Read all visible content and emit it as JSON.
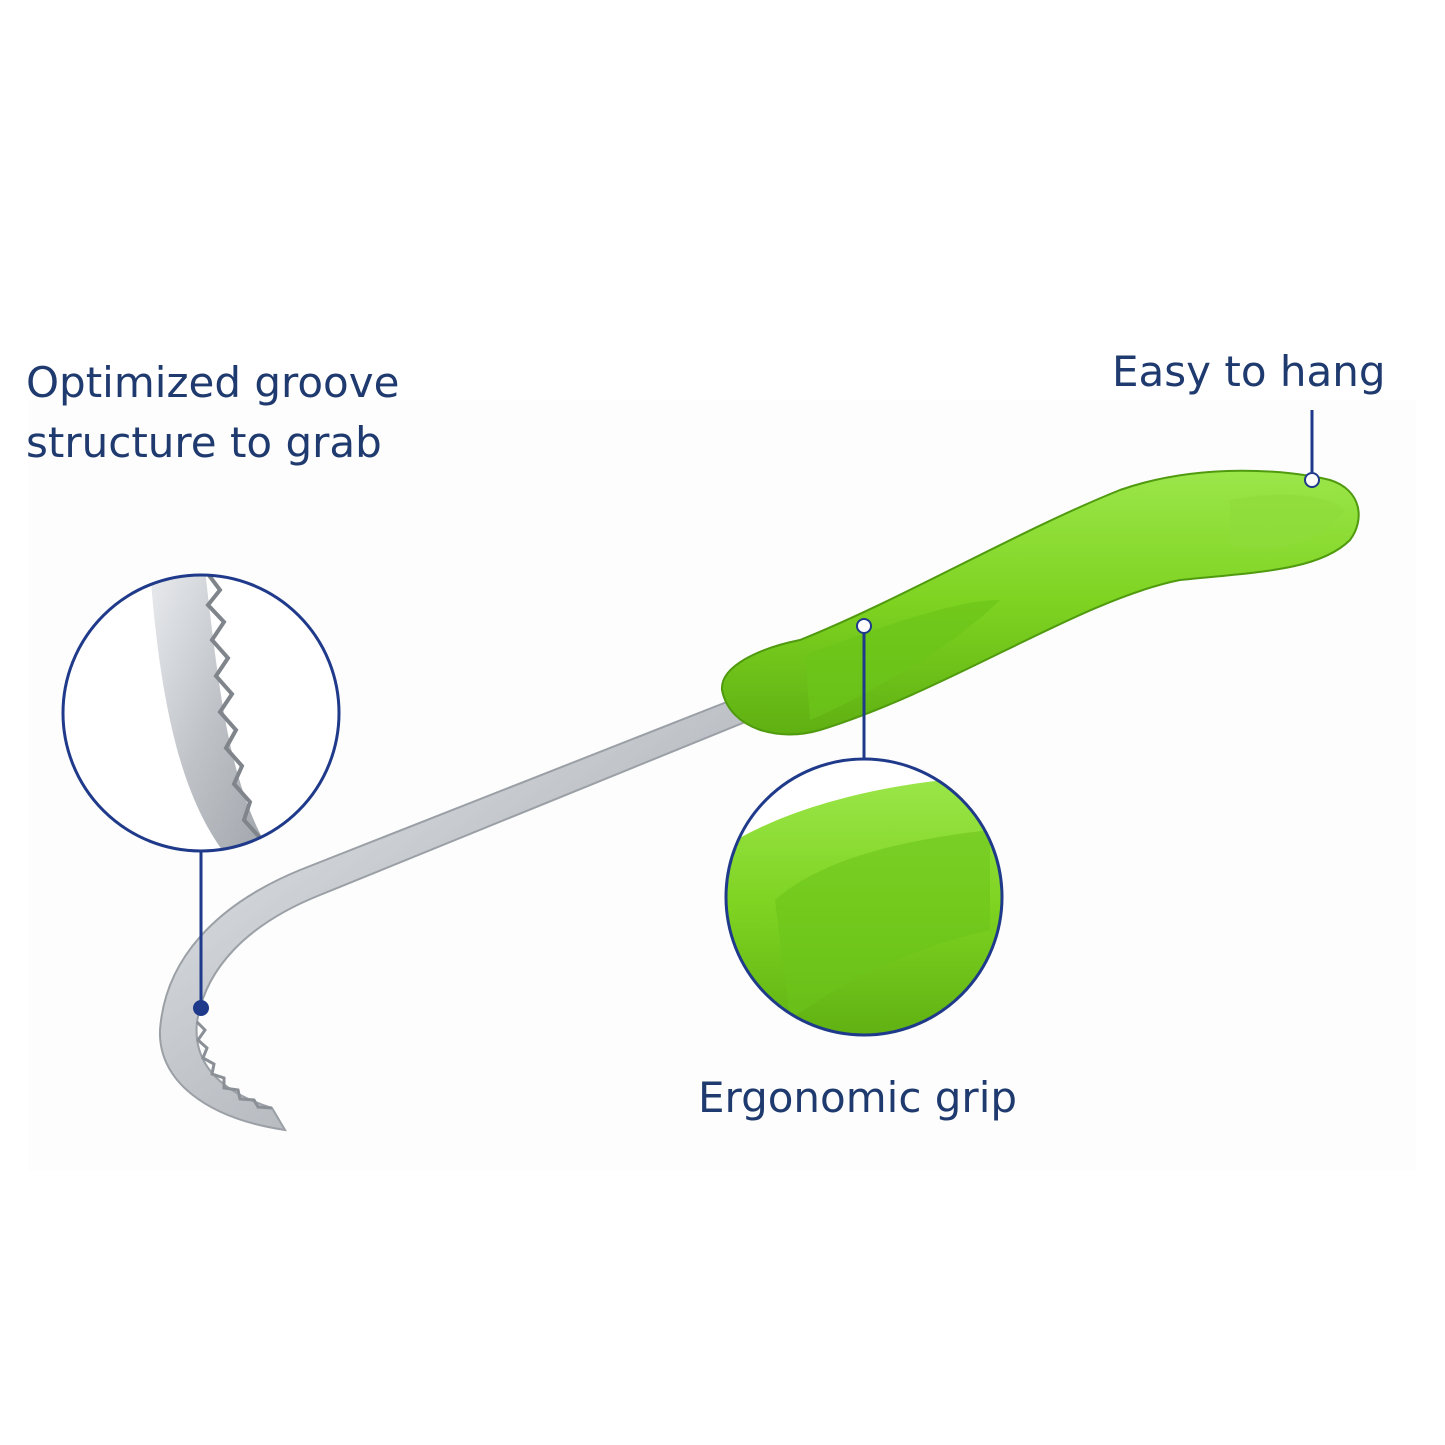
{
  "labels": {
    "groove_line1": "Optimized groove",
    "groove_line2": "structure to grab",
    "hang": "Easy to hang",
    "grip": "Ergonomic grip"
  },
  "colors": {
    "text": "#1f3a6e",
    "callout": "#1f3a8a",
    "handle": "#7ed321",
    "handle_dark": "#5fb012",
    "metal": "#c9ccd1"
  },
  "icons": {
    "product": "weeding-hook-tool",
    "groove_zoom": "serrated-edge-magnifier",
    "grip_zoom": "grip-texture-magnifier"
  }
}
